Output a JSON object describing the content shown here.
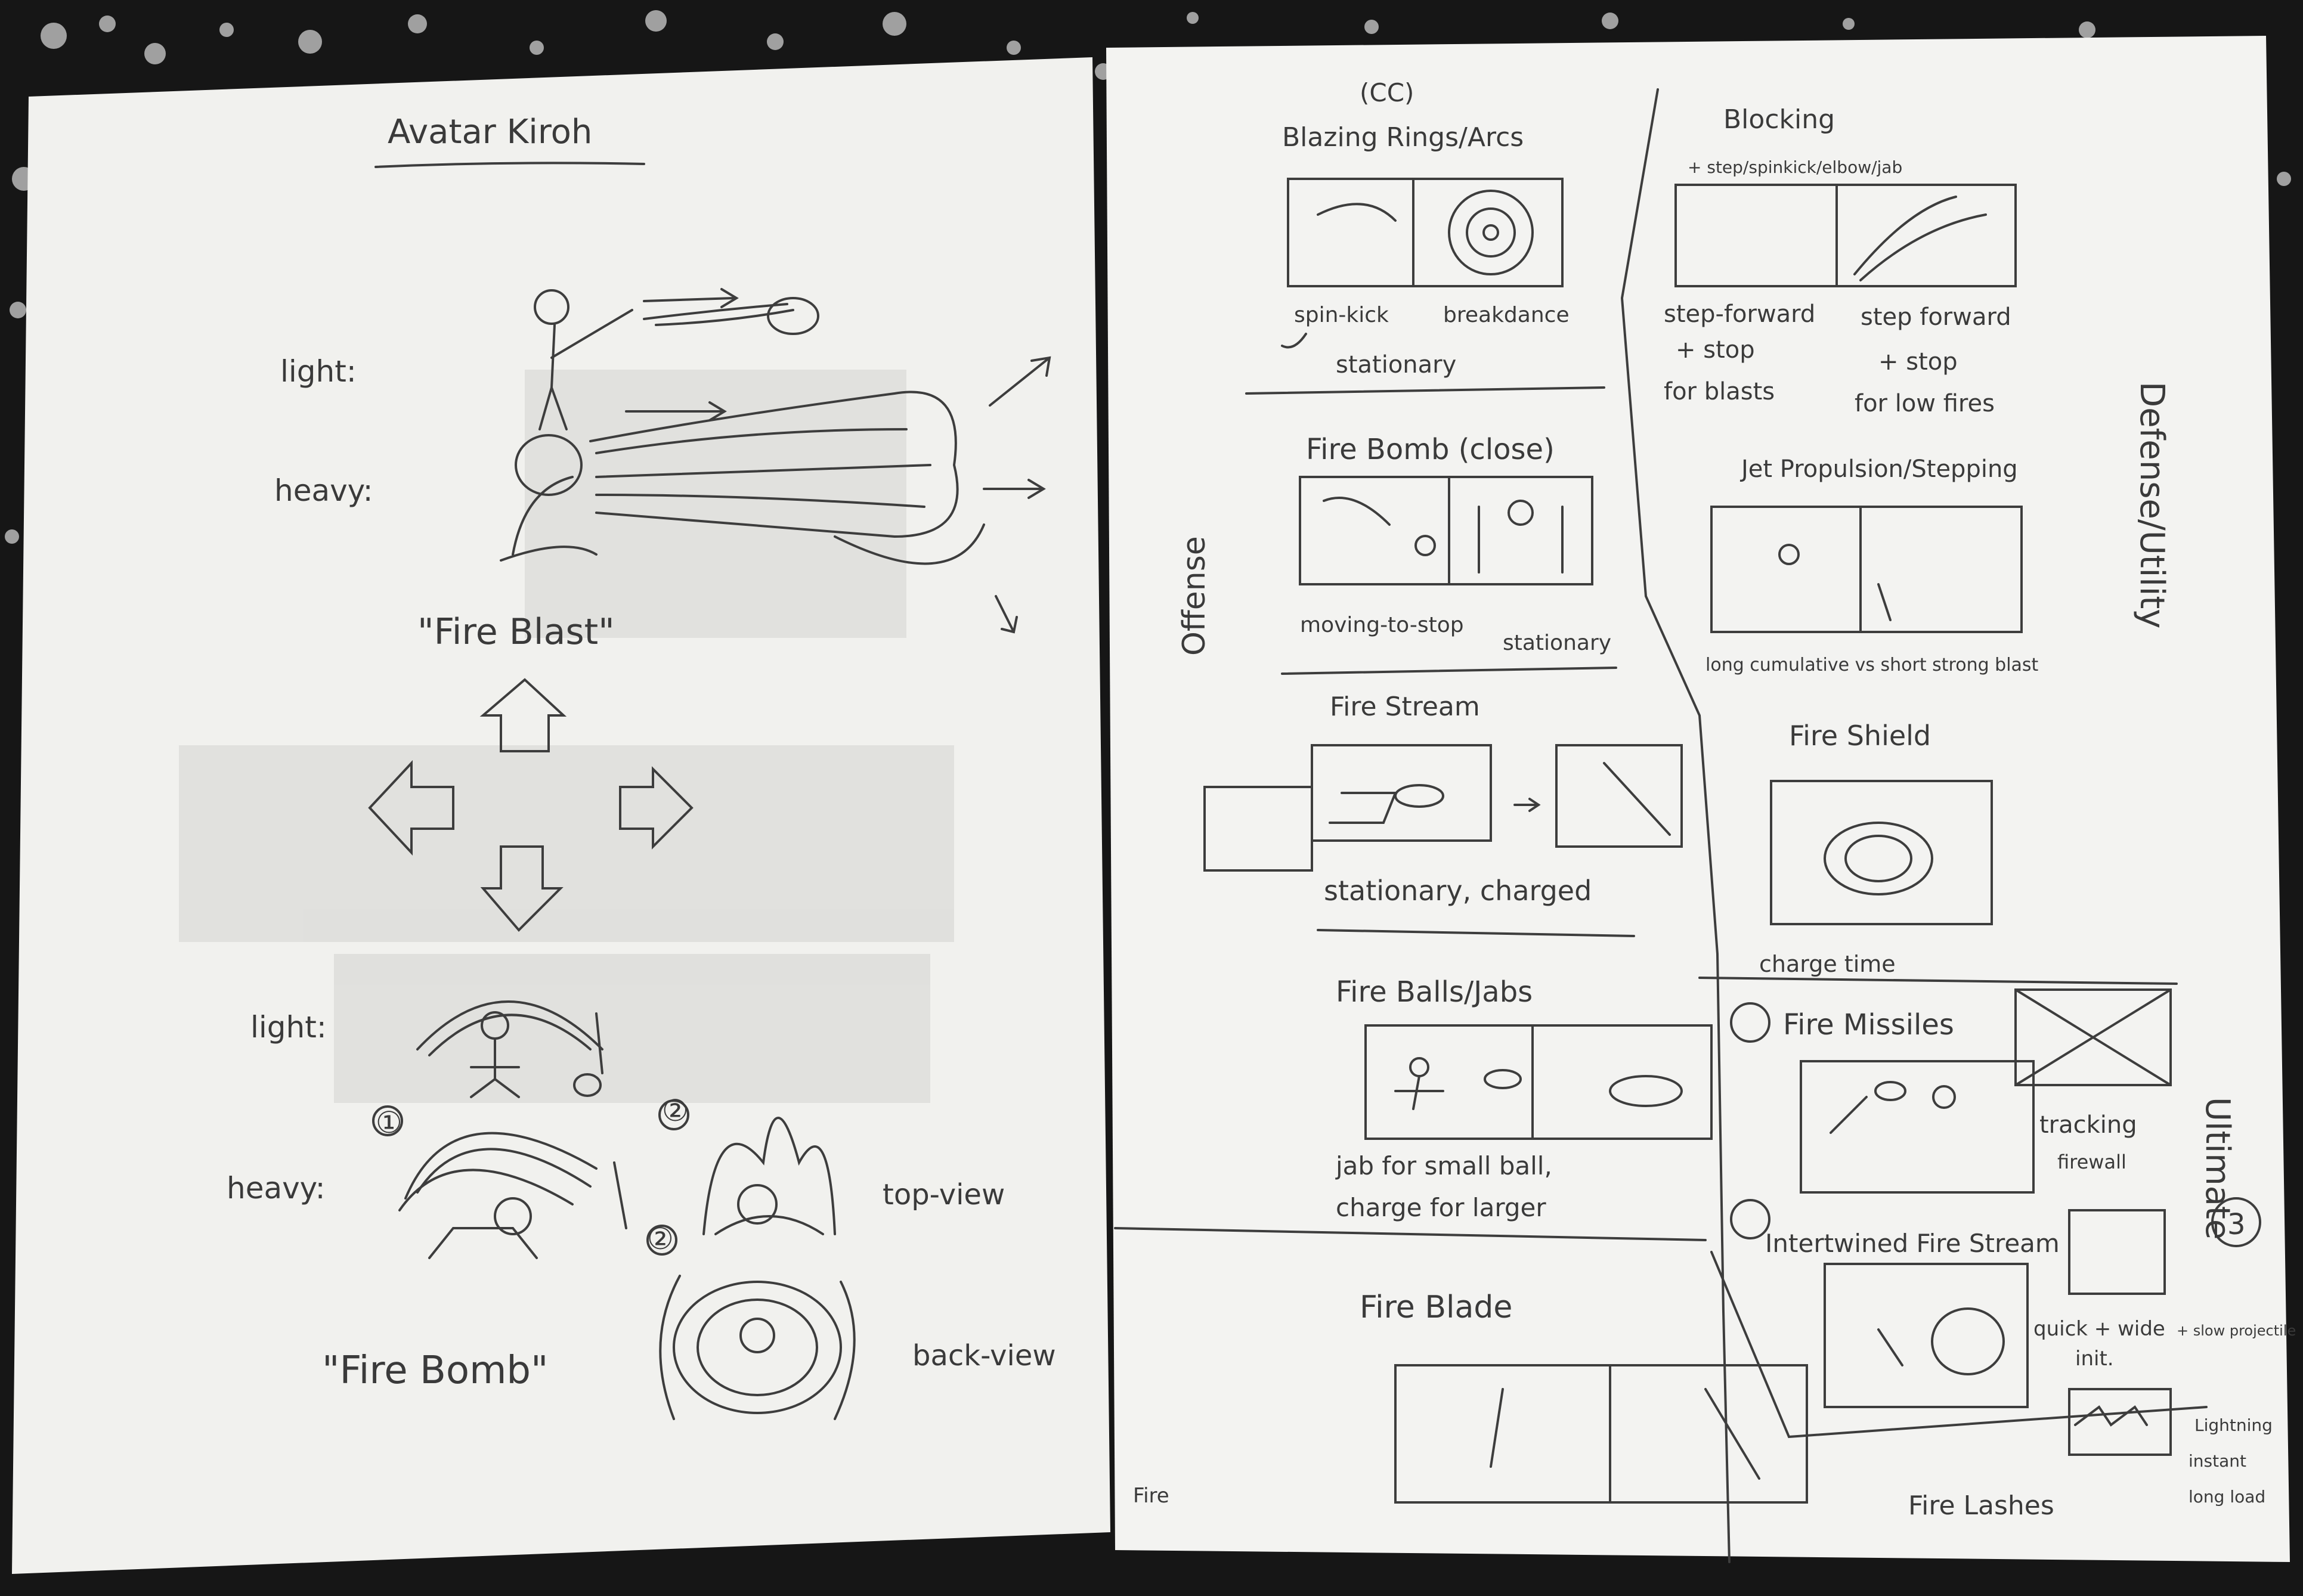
{
  "left_sheet": {
    "title": "Avatar Kiroh",
    "light_label_1": "light:",
    "heavy_label_1": "heavy:",
    "fire_blast": "\"Fire Blast\"",
    "light_label_2": "light:",
    "heavy_label_2": "heavy:",
    "num_1": "①",
    "num_2": "②",
    "num_2b": "②",
    "top_view": "top-view",
    "back_view": "back-view",
    "fire_bomb": "\"Fire Bomb\""
  },
  "right_sheet": {
    "cc": "(CC)",
    "blazing": "Blazing Rings/Arcs",
    "spin_kick": "spin-kick",
    "breakdance": "breakdance",
    "stationary": "stationary",
    "fire_bomb_close": "Fire Bomb (close)",
    "moving_to_stop": "moving-to-stop",
    "stationary2": "stationary",
    "offense": "Offense",
    "fire_stream": "Fire Stream",
    "stationary_charged": "stationary, charged",
    "fire_balls": "Fire Balls/Jabs",
    "jab_small": "jab for small ball,",
    "charge_larger": "charge for larger",
    "fire_blade": "Fire Blade",
    "fire_small": "Fire",
    "blocking": "Blocking",
    "blocking_sub": "+ step/spinkick/elbow/jab",
    "step_forward_1": "step-forward",
    "stop_1": "+ stop",
    "for_blasts": "for blasts",
    "step_forward_2": "step forward",
    "stop_2": "+ stop",
    "for_low_fires": "for low fires",
    "jet": "Jet Propulsion/Stepping",
    "long_cumulative": "long cumulative vs short strong blast",
    "defense": "Defense/Utility",
    "fire_shield": "Fire Shield",
    "charge_time": "charge time",
    "fire_missiles": "Fire Missiles",
    "tracking": "tracking",
    "firewall": "firewall",
    "ultimate": "Ultimate",
    "three": "3",
    "intertwined": "Intertwined Fire Stream",
    "quick_wide": "quick + wide",
    "init": "init.",
    "slow_proj": "+ slow projectile",
    "lightning": "Lightning",
    "instant": "instant",
    "long_load": "long load",
    "fire_lashes": "Fire Lashes"
  }
}
